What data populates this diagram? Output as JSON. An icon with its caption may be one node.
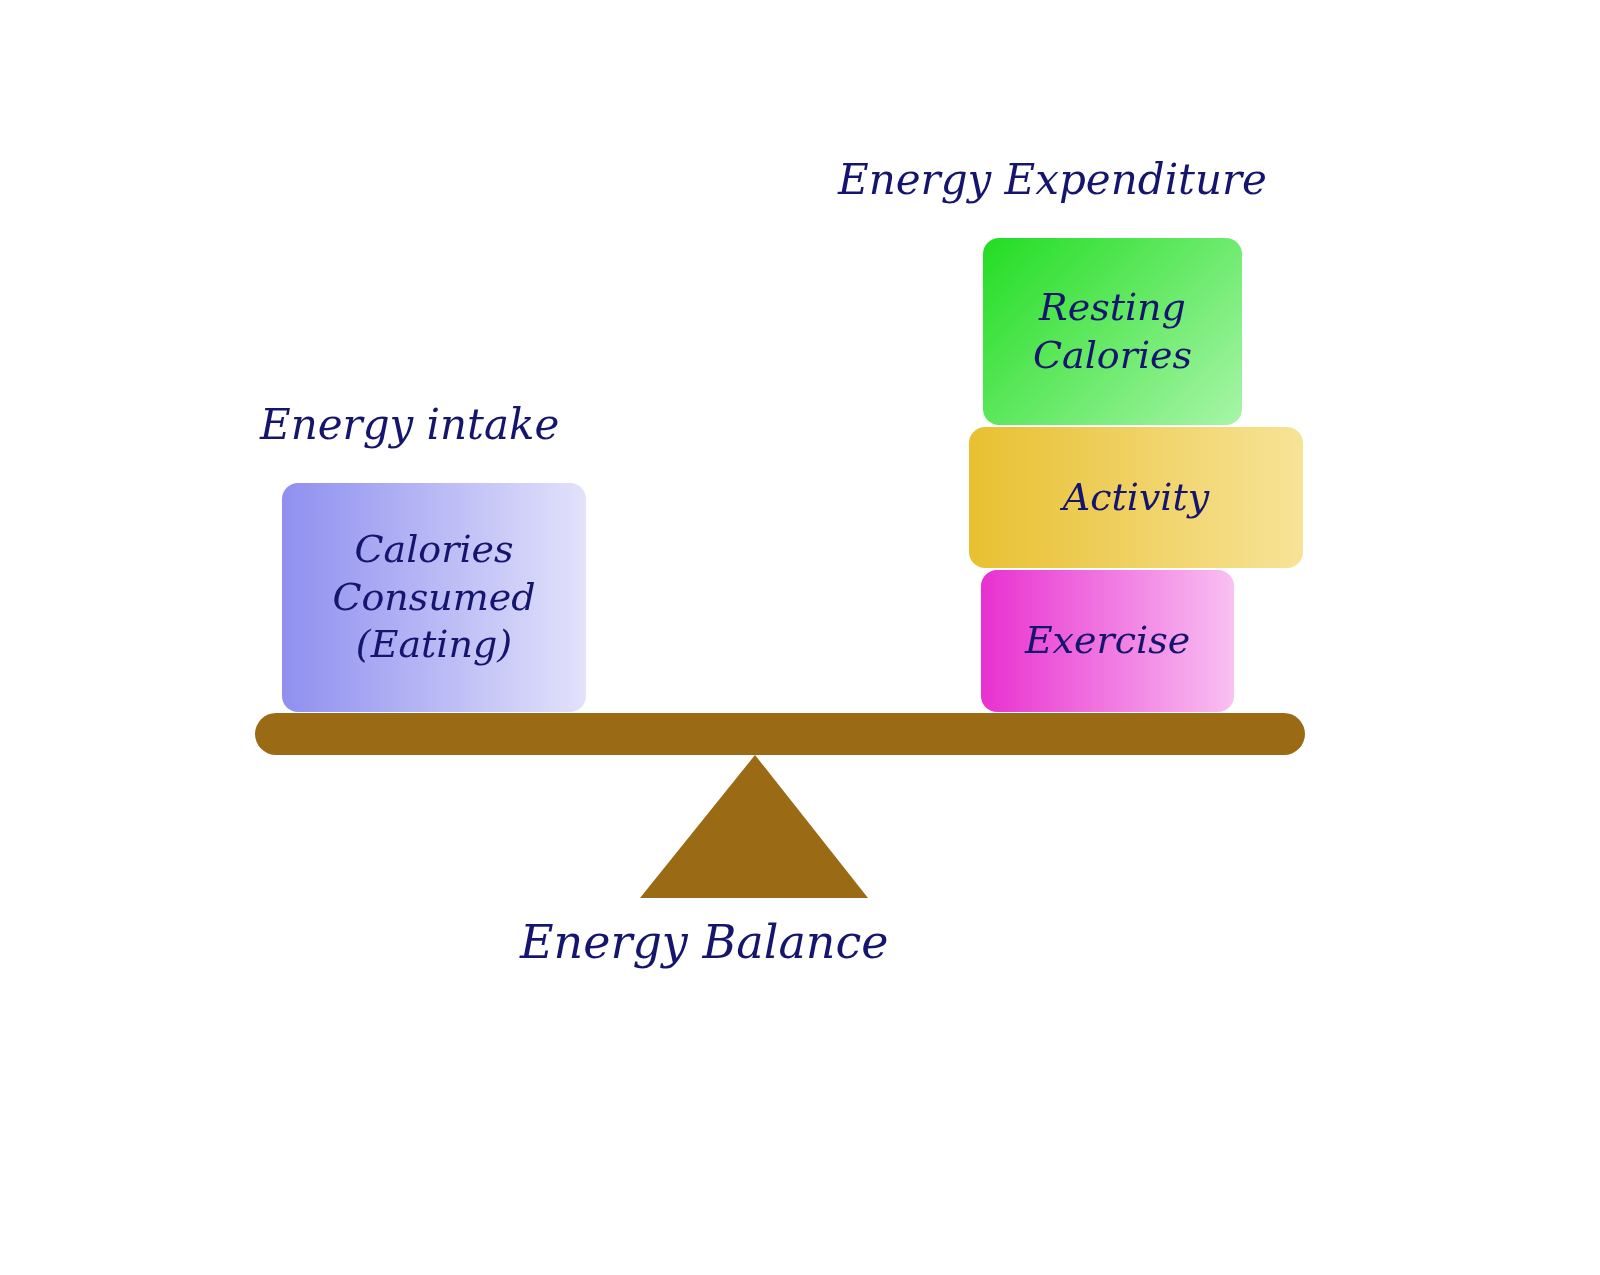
{
  "diagram": {
    "caption": "Energy Balance",
    "nodes": [
      {
        "text": [
          "Calories Consumed (Eating)"
        ]
      },
      {
        "text": [
          "Resting Calories"
        ]
      },
      {
        "text": [
          "Activity"
        ]
      },
      {
        "text": [
          "Exercise"
        ]
      }
    ],
    "labels": [
      "Energy Expenditure",
      "Energy intake"
    ]
  }
}
